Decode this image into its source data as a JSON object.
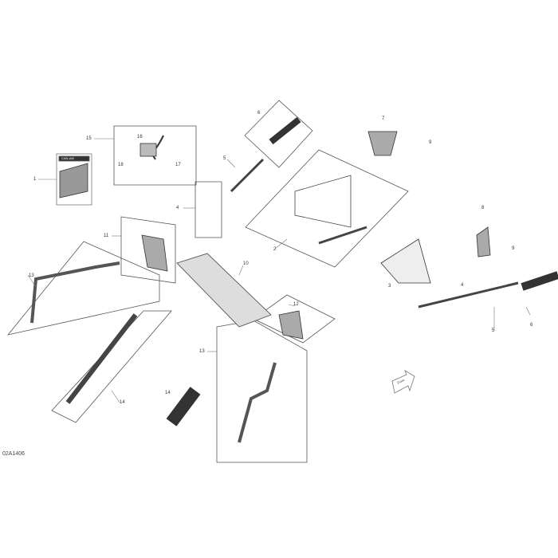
{
  "diagram_code": "02A1406",
  "callouts": [
    "1",
    "15",
    "16",
    "18",
    "17",
    "6",
    "5",
    "4",
    "7",
    "9",
    "2",
    "8",
    "9",
    "3",
    "4",
    "5",
    "6",
    "11",
    "10",
    "12",
    "13",
    "14",
    "14",
    "13"
  ],
  "front_arrow": "Front",
  "manual_brand": "CAN-AM"
}
